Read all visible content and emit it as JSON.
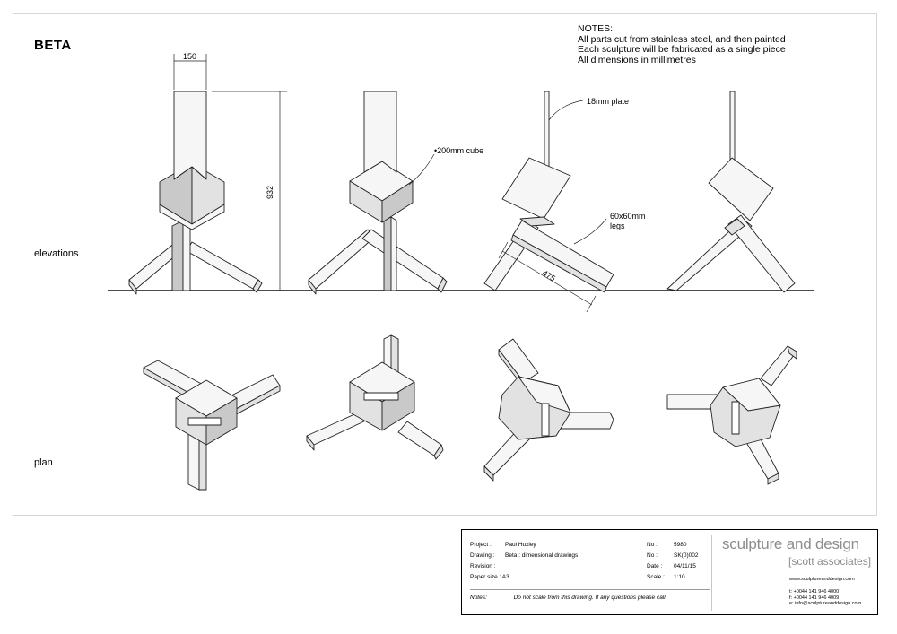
{
  "drawing_title": "BETA",
  "notes": {
    "heading": "NOTES:",
    "lines": [
      "All parts cut from stainless steel, and then painted",
      "Each sculpture will be fabricated as a single piece",
      "All dimensions in millimetres"
    ]
  },
  "view_labels": {
    "elevations": "elevations",
    "plan": "plan"
  },
  "dimensions": {
    "width": "150",
    "height": "932",
    "leg_length": "475"
  },
  "callouts": {
    "cube": "•200mm cube",
    "plate": "18mm plate",
    "legs_line1": "60x60mm",
    "legs_line2": "legs"
  },
  "title_block": {
    "project_label": "Project :",
    "project_value": "Paul Huxley",
    "drawing_label": "Drawing :",
    "drawing_value": "Beta : dimensional drawings",
    "revision_label": "Revision :",
    "revision_value": "_",
    "paper_label": "Paper size : A3",
    "no1_label": "No :",
    "no1_value": "5980",
    "no2_label": "No :",
    "no2_value": "SK(0)002",
    "date_label": "Date :",
    "date_value": "04/11/15",
    "scale_label": "Scale :",
    "scale_value": "1:10",
    "notes_label": "Notes:",
    "notes_value": "Do not scale from this drawing.  If any questions please call",
    "company_line1": "sculpture and design",
    "company_line2": "[scott associates]",
    "website": "www.sculptureanddesign.com",
    "tel": "t: +0044 141 946 4000",
    "fax": "f: +0044 141 946 4009",
    "email": "e: info@sculptureanddesign.com"
  },
  "colors": {
    "light_face": "#f6f6f6",
    "mid_face": "#e2e2e2",
    "dark_face": "#c9c9c9",
    "line": "#222222"
  }
}
